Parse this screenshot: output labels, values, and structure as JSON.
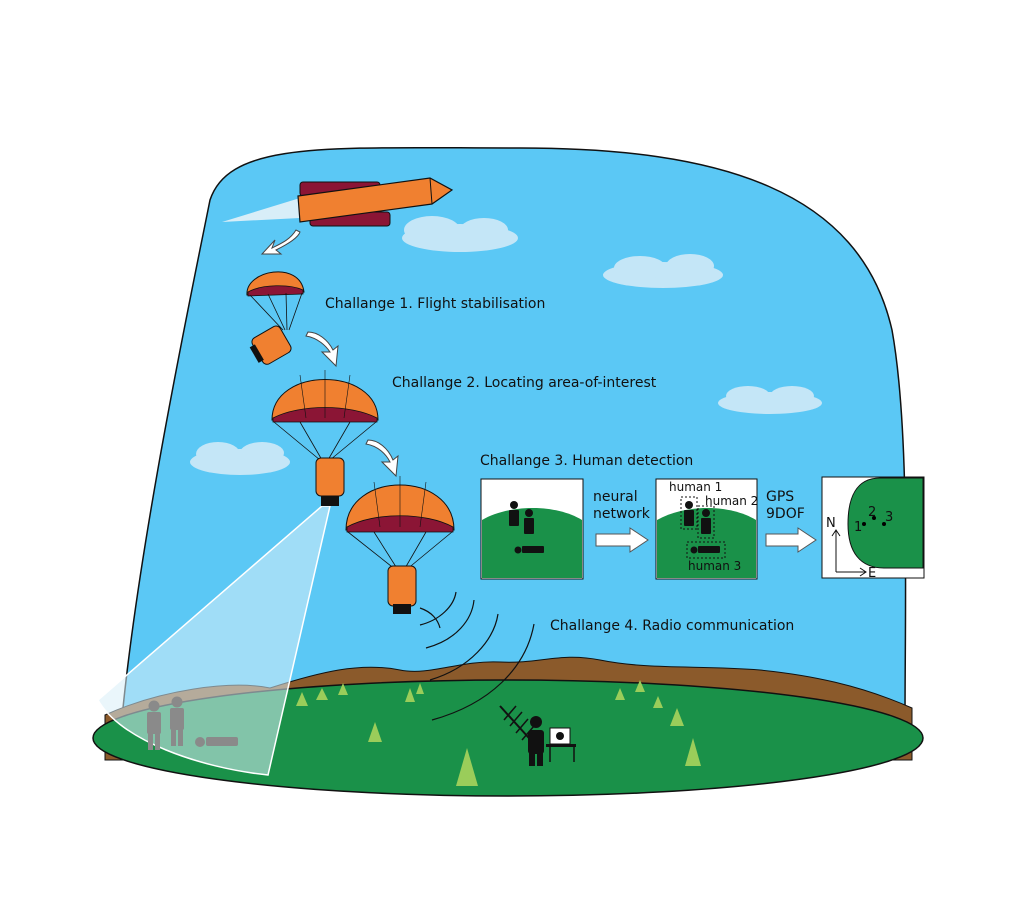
{
  "challenges": [
    "Challange 1. Flight stabilisation",
    "Challange 2. Locating area-of-interest",
    "Challange 3. Human detection",
    "Challange 4. Radio communication"
  ],
  "pipeline": {
    "step1_line1": "neural",
    "step1_line2": "network",
    "step2_line1": "GPS",
    "step2_line2": "9DOF"
  },
  "detections": [
    "human 1",
    "human 2",
    "human 3"
  ],
  "map": {
    "north_label": "N",
    "east_label": "E",
    "points": [
      "1",
      "2",
      "3"
    ]
  },
  "colors": {
    "sky": "#5bc8f5",
    "ground": "#1a9149",
    "hills": "#8b5a2b",
    "probe": "#f08030",
    "canopy_inner": "#8b1535",
    "cloud": "#c4e6f7",
    "tree": "#9acd5a"
  }
}
